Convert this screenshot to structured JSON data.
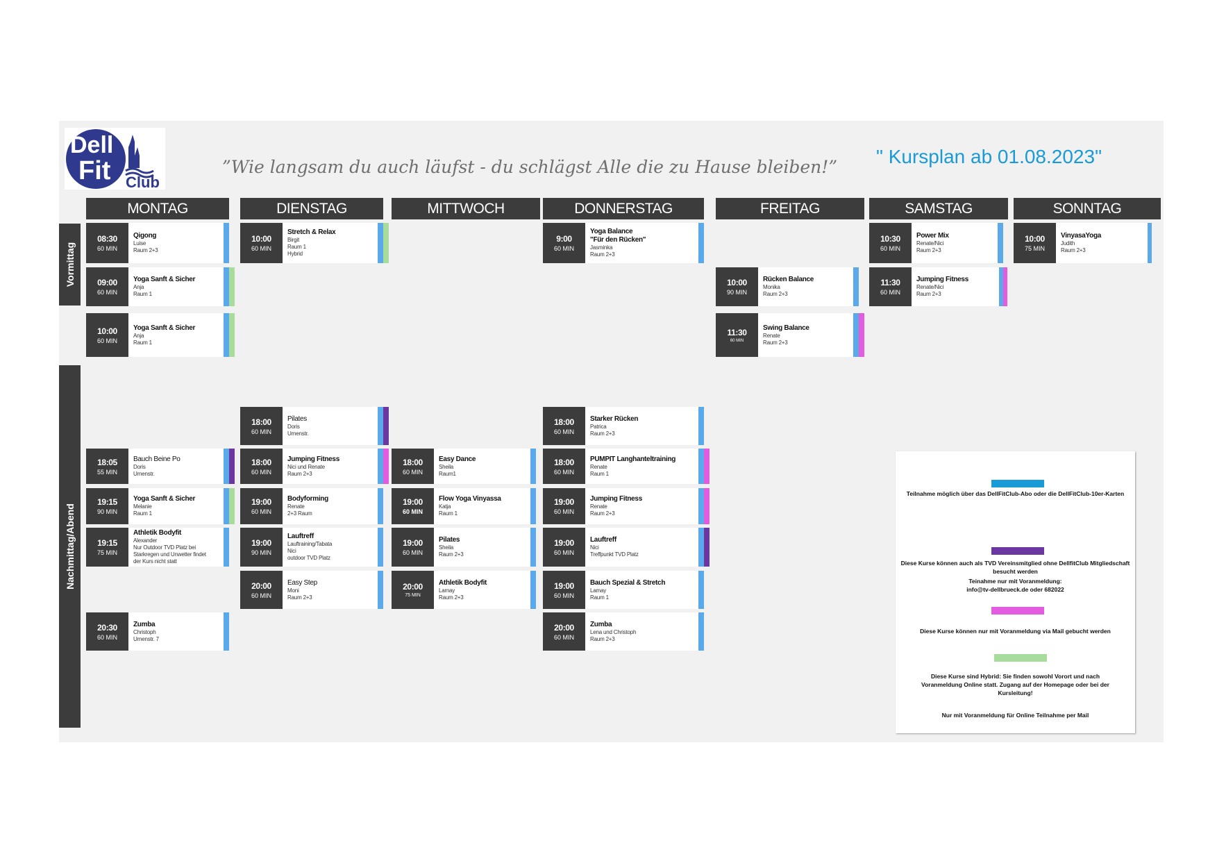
{
  "logo": {
    "line1": "Dell",
    "line2": "Fit",
    "line3": "Club"
  },
  "quote": "”Wie langsam du auch läufst - du schlägst Alle die zu Hause bleiben!”",
  "title": "\" Kursplan ab 01.08.2023\"",
  "days": [
    "MONTAG",
    "DIENSTAG",
    "MITTWOCH",
    "DONNERSTAG",
    "FREITAG",
    "SAMSTAG",
    "SONNTAG"
  ],
  "periods": {
    "morning": "Vormittag",
    "afternoon": "Nachmittag/Abend"
  },
  "colors": {
    "blue": "#5aa9eb",
    "green": "#a8dc9c",
    "purple": "#6b37a0",
    "pink": "#e35ce0",
    "legend_blue": "#1a9ad6",
    "title": "#1a9ad6"
  },
  "monday": [
    {
      "time": "08:30",
      "dur": "60 MIN",
      "name": "Qigong",
      "lines": [
        "Luise",
        " Raum 2+3"
      ]
    },
    {
      "time": "09:00",
      "dur": "60 MIN",
      "name": "Yoga Sanft & Sicher",
      "lines": [
        "Anja",
        "Raum 1"
      ]
    },
    {
      "time": "10:00",
      "dur": "60 MIN",
      "name": "Yoga Sanft & Sicher",
      "lines": [
        "Anja",
        "Raum 1"
      ]
    },
    {
      "time": "18:05",
      "dur": "55 MIN",
      "name": "Bauch Beine Po",
      "lines": [
        "Doris",
        "Urnenstr."
      ]
    },
    {
      "time": "19:15",
      "dur": "90 MIN",
      "name": "Yoga Sanft & Sicher",
      "lines": [
        "Melanie",
        "Raum 1"
      ]
    },
    {
      "time": "19:15",
      "dur": "75 MIN",
      "name": "Athletik Bodyfit",
      "lines": [
        "Alexander",
        "Nur Outdoor TVD Platz bei",
        "Starkregen und Unwetter findet",
        "der Kurs nicht statt"
      ]
    },
    {
      "time": "20:30",
      "dur": "60 MIN",
      "name": "Zumba",
      "lines": [
        "Christoph",
        "Urnenstr. 7"
      ]
    }
  ],
  "tuesday": [
    {
      "time": "10:00",
      "dur": "60 MIN",
      "name": "Stretch & Relax",
      "lines": [
        "Birgit",
        "Raum 1",
        "Hybrid"
      ]
    },
    {
      "time": "18:00",
      "dur": "60 MIN",
      "name": "Pilates",
      "lines": [
        "Doris",
        "Urnenstr."
      ]
    },
    {
      "time": "18:00",
      "dur": "60 MIN",
      "name": "Jumping Fitness",
      "lines": [
        "Nici und Renate",
        " Raum 2+3"
      ]
    },
    {
      "time": "19:00",
      "dur": "60 MIN",
      "name": "Bodyforming",
      "lines": [
        "Renate",
        " 2+3 Raum"
      ]
    },
    {
      "time": "19:00",
      "dur": "90 MIN",
      "name": "Lauftreff",
      "lines": [
        "Lauftraining/Tabata",
        "Nici",
        " outdoor TVD Platz"
      ]
    },
    {
      "time": "20:00",
      "dur": "60 MIN",
      "name": "Easy Step",
      "lines": [
        "Moni",
        "Raum 2+3"
      ]
    }
  ],
  "wednesday": [
    {
      "time": "18:00",
      "dur": "60 MIN",
      "name": "Easy Dance",
      "lines": [
        "Sheila",
        "Raum1"
      ]
    },
    {
      "time": "19:00",
      "dur": "60 MIN",
      "name": "Flow Yoga Vinyassa",
      "lines": [
        "Katja",
        "Raum 1"
      ]
    },
    {
      "time": "19:00",
      "dur": "60 MIN",
      "name": "Pilates",
      "lines": [
        "Sheila",
        "Raum 2+3"
      ]
    },
    {
      "time": "20:00",
      "dur": "75 MIN",
      "name": "Athletik Bodyfit",
      "lines": [
        "Lamay",
        "Raum 2+3"
      ]
    }
  ],
  "thursday": [
    {
      "time": "9:00",
      "dur": "60 MIN",
      "name": "Yoga Balance",
      "name2": "\"Für den Rücken\"",
      "lines": [
        "Jasminka",
        " Raum 2+3"
      ]
    },
    {
      "time": "18:00",
      "dur": "60 MIN",
      "name": "Starker Rücken",
      "lines": [
        "Patrica",
        " Raum 2+3"
      ]
    },
    {
      "time": "18:00",
      "dur": "60 MIN",
      "name": "PUMPIT Langhanteltraining",
      "lines": [
        "Renate",
        " Raum 1"
      ]
    },
    {
      "time": "19:00",
      "dur": "60 MIN",
      "name": "Jumping Fitness",
      "lines": [
        "Renate",
        "Raum 2+3"
      ]
    },
    {
      "time": "19:00",
      "dur": "60 MIN",
      "name": "Lauftreff",
      "lines": [
        "Nici",
        "Treffpunkt TVD Platz"
      ]
    },
    {
      "time": "19:00",
      "dur": "60 MIN",
      "name": "Bauch Spezial & Stretch",
      "lines": [
        "Lamay",
        " Raum 1"
      ]
    },
    {
      "time": "20:00",
      "dur": "60 MIN",
      "name": "Zumba",
      "lines": [
        "Lena und Christoph",
        "Raum 2+3"
      ]
    }
  ],
  "friday": [
    {
      "time": "10:00",
      "dur": "90 MIN",
      "name": "Rücken Balance",
      "lines": [
        "Monika",
        "Raum 2+3"
      ]
    },
    {
      "time": "11:30",
      "dur": "60 MIN",
      "name": "Swing Balance",
      "lines": [
        "Renate",
        "Raum 2+3"
      ]
    }
  ],
  "saturday": [
    {
      "time": "10:30",
      "dur": "60 MIN",
      "name": "Power Mix",
      "lines": [
        "Renate/Nici",
        "Raum 2+3"
      ]
    },
    {
      "time": "11:30",
      "dur": "60 MIN",
      "name": "Jumping Fitness",
      "lines": [
        "Renate/Nici",
        "Raum 2+3"
      ]
    }
  ],
  "sunday": [
    {
      "time": "10:00",
      "dur": "75 MIN",
      "name": "VinyasaYoga",
      "lines": [
        "Judith",
        "Raum 2+3"
      ]
    }
  ],
  "legend": {
    "item1": "Teilnahme möglich über das DellFitClub-Abo oder die DellFitClub-10er-Karten",
    "item2_line1": "Diese Kurse können auch als TVD Vereinsmitglied ohne DellfitClub Mitgliedschaft besucht werden",
    "item2_line2": "Teinahme nur mit Voranmeldung:",
    "item2_line3": "info@tv-dellbrueck.de oder 682022",
    "item3": "Diese Kurse können nur mit Voranmeldung  via Mail gebucht werden",
    "item4_line1": "Diese Kurse sind Hybrid: Sie finden sowohl Vorort und  nach Voranmeldung Online statt.  Zugang auf der Homepage oder bei der Kursleitung!",
    "item4_line2": "Nur mit Voranmeldung für Online Teilnahme per Mail"
  }
}
